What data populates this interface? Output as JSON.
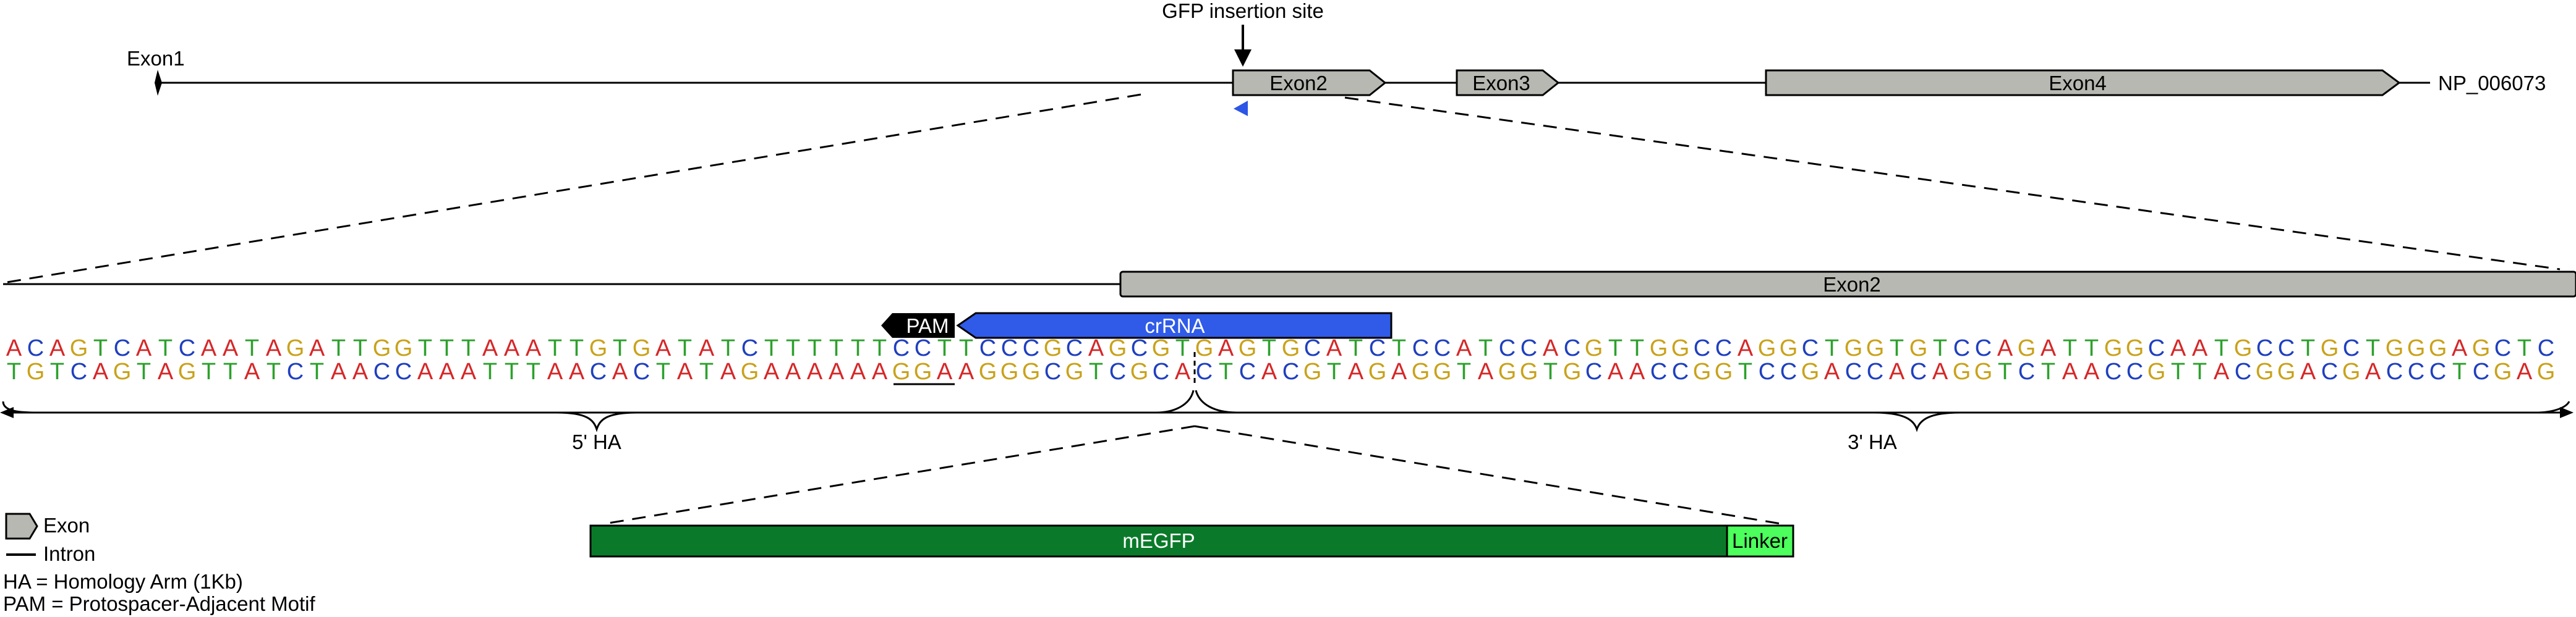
{
  "labels": {
    "gfp_insertion_site": "GFP insertion site",
    "exon1": "Exon1",
    "exon2": "Exon2",
    "exon3": "Exon3",
    "exon4": "Exon4",
    "accession": "NP_006073",
    "exon2_zoom": "Exon2",
    "pam": "PAM",
    "crrna": "crRNA",
    "ha5": "5' HA",
    "ha3": "3' HA",
    "megfp": "mEGFP",
    "linker": "Linker"
  },
  "sequence": {
    "top": "ACAGTCATCAATAGATTGGTTTAAATTGTGATATCTTTTTTCCTTCCCGCAGCGTGAGTGCATCTCCATCCACGTTGGCCAGGCTGGTGTCCAGATTGGCAATGCCTGCTGGGAGCTC",
    "bottom": "TGTCAGTAGTTATCTAACCAAATTTAACACTATAGAAAAAAGGAAGGGCGTCGCACTCACGTAGAGGTAGGTGCAACCGGTCCGACCACAGGTCTAACCGTTACGGACGACCCTCGAG"
  },
  "legend": {
    "exon": "Exon",
    "intron": "Intron",
    "ha_def": "HA = Homology Arm (1Kb)",
    "pam_def": "PAM = Protospacer-Adjacent Motif"
  },
  "colors": {
    "A": "#d62728",
    "C": "#1f3fbf",
    "G": "#c9a21a",
    "T": "#2ca02c",
    "exon_fill": "#b8b8b2",
    "crrna_fill": "#2f5be8",
    "pam_fill": "#000000",
    "megfp_fill": "#0a7a2a",
    "linker_fill": "#4cff5c",
    "cut_marker": "#2d55e6"
  }
}
